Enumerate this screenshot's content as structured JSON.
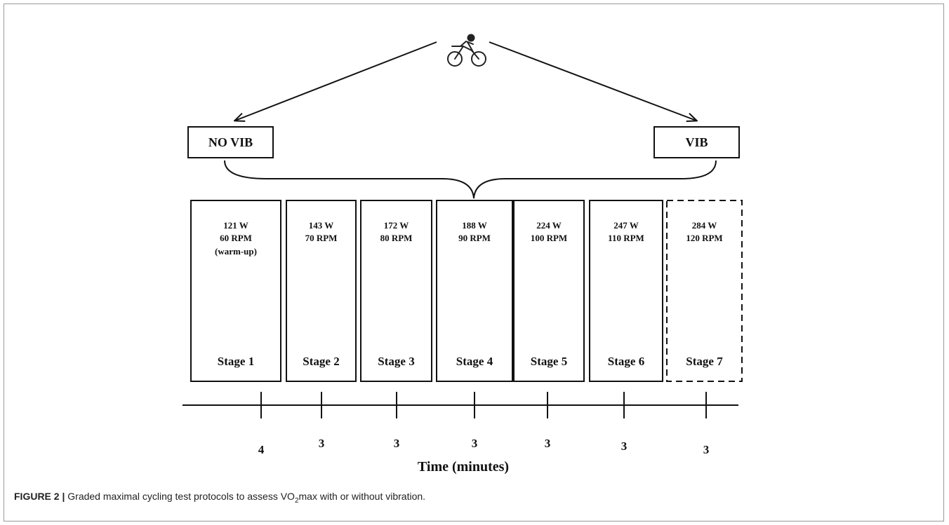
{
  "groups": {
    "left": "NO VIB",
    "right": "VIB"
  },
  "stages": [
    {
      "watts": "121 W",
      "rpm": "60 RPM",
      "note": "(warm-up)",
      "label": "Stage 1",
      "minutes": "4"
    },
    {
      "watts": "143 W",
      "rpm": "70 RPM",
      "note": "",
      "label": "Stage 2",
      "minutes": "3"
    },
    {
      "watts": "172 W",
      "rpm": "80 RPM",
      "note": "",
      "label": "Stage 3",
      "minutes": "3"
    },
    {
      "watts": "188 W",
      "rpm": "90 RPM",
      "note": "",
      "label": "Stage 4",
      "minutes": "3"
    },
    {
      "watts": "224 W",
      "rpm": "100 RPM",
      "note": "",
      "label": "Stage 5",
      "minutes": "3"
    },
    {
      "watts": "247 W",
      "rpm": "110 RPM",
      "note": "",
      "label": "Stage 6",
      "minutes": "3"
    },
    {
      "watts": "284 W",
      "rpm": "120 RPM",
      "note": "",
      "label": "Stage 7",
      "minutes": "3",
      "dashed": true
    }
  ],
  "axis_label": "Time (minutes)",
  "caption": {
    "label": "FIGURE 2 |",
    "text_before": " Graded maximal cycling test protocols to assess VO",
    "subscript": "2",
    "text_after": "max with or without vibration."
  },
  "icons": {
    "top": "cyclist-icon"
  }
}
